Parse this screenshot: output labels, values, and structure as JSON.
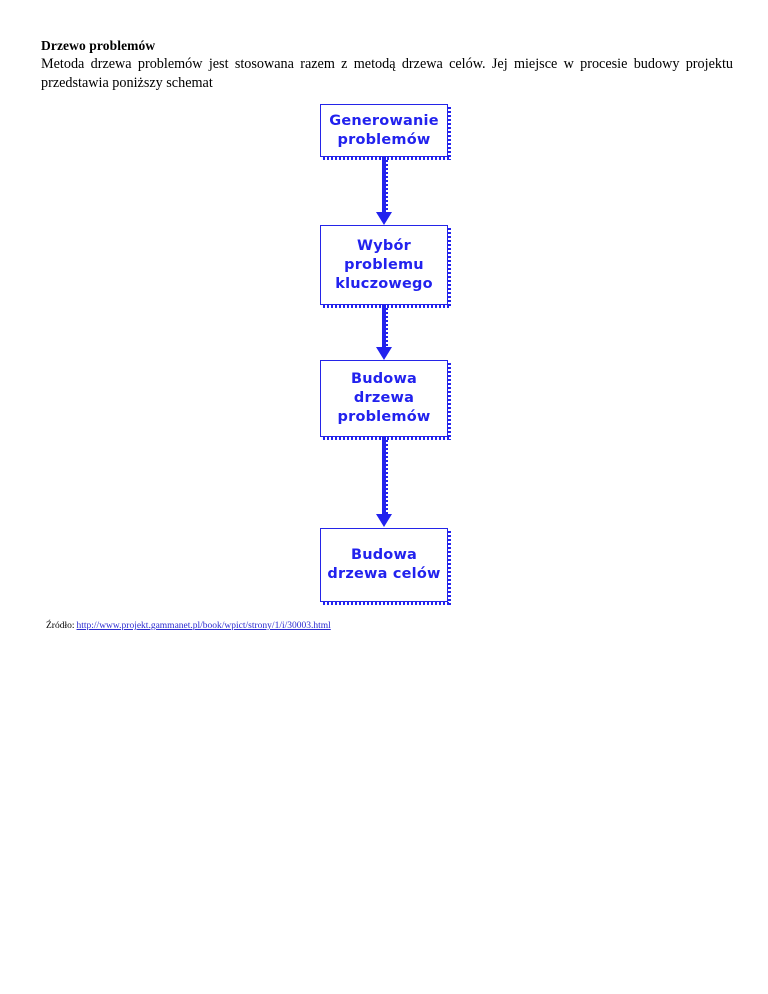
{
  "document": {
    "heading": "Drzewo problemów",
    "paragraph": "Metoda drzewa problemów jest stosowana razem z metodą drzewa celów. Jej miejsce w procesie budowy projektu przedstawia poniższy schemat"
  },
  "flowchart": {
    "type": "vertical-flowchart",
    "accent_color": "#2222ee",
    "box_fill": "#ffffff",
    "nodes": [
      {
        "id": "node-1",
        "label": "Generowanie\nproblemów"
      },
      {
        "id": "node-2",
        "label": "Wybór\nproblemu\nkluczowego"
      },
      {
        "id": "node-3",
        "label": "Budowa\ndrzewa\nproblemów"
      },
      {
        "id": "node-4",
        "label": "Budowa\ndrzewa celów"
      }
    ],
    "connectors": [
      {
        "from": "node-1",
        "to": "node-2",
        "style": "arrow-down"
      },
      {
        "from": "node-2",
        "to": "node-3",
        "style": "arrow-down"
      },
      {
        "from": "node-3",
        "to": "node-4",
        "style": "arrow-down"
      }
    ]
  },
  "source": {
    "label": "Źródło:",
    "url": "http://www.projekt.gammanet.pl/book/wpict/strony/1/i/30003.html"
  }
}
